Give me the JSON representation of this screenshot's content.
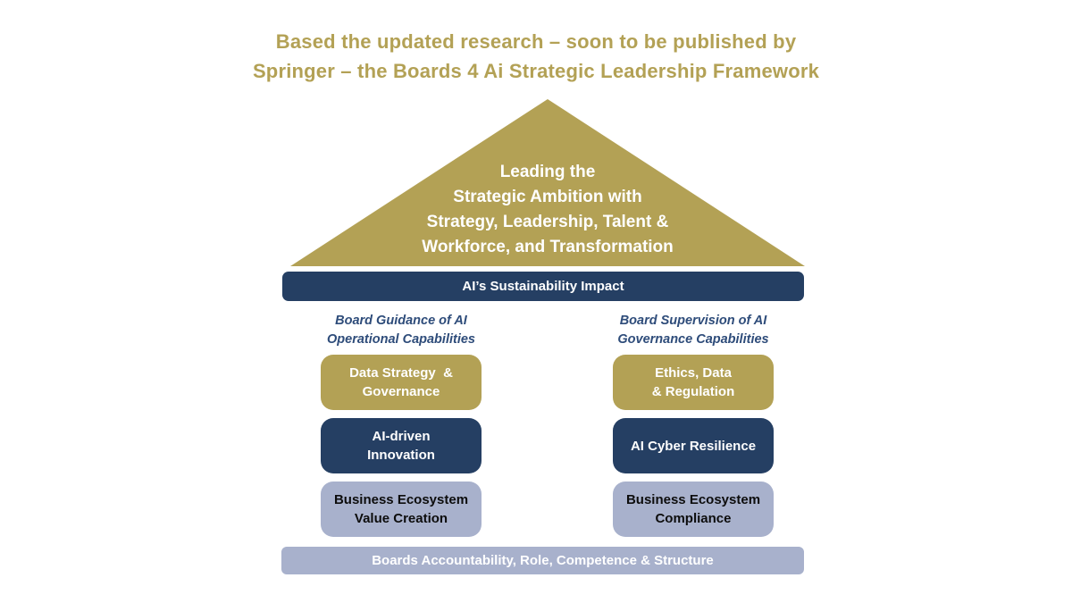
{
  "colors": {
    "background": "#ffffff",
    "gold": "#b3a155",
    "navy": "#253f63",
    "light_blue": "#a8b1cc",
    "title_text": "#b3a155",
    "heading_text": "#2e4c7a",
    "box_text_light": "#0d0d0d"
  },
  "title": {
    "lines": [
      "Based the updated research – soon to be published by",
      "Springer – the Boards 4 Ai Strategic Leadership Framework"
    ]
  },
  "roof": {
    "lines": [
      "Leading the",
      "Strategic Ambition with",
      "Strategy, Leadership, Talent &",
      "Workforce, and Transformation"
    ]
  },
  "impact_bar": {
    "label": "AI’s Sustainability Impact"
  },
  "columns": {
    "left": {
      "heading_lines": [
        "Board Guidance of AI",
        "Operational Capabilities"
      ],
      "boxes": [
        {
          "style": "gold",
          "lines": [
            "Data Strategy  &",
            "Governance"
          ]
        },
        {
          "style": "navy",
          "lines": [
            "AI-driven",
            "Innovation"
          ]
        },
        {
          "style": "light",
          "lines": [
            "Business Ecosystem",
            "Value Creation"
          ]
        }
      ]
    },
    "right": {
      "heading_lines": [
        "Board Supervision of AI",
        "Governance Capabilities"
      ],
      "boxes": [
        {
          "style": "gold",
          "lines": [
            "Ethics, Data",
            "& Regulation"
          ]
        },
        {
          "style": "navy",
          "lines": [
            "AI Cyber Resilience"
          ]
        },
        {
          "style": "light",
          "lines": [
            "Business Ecosystem",
            "Compliance"
          ]
        }
      ]
    }
  },
  "footer_bar": {
    "label": "Boards Accountability, Role, Competence & Structure"
  }
}
